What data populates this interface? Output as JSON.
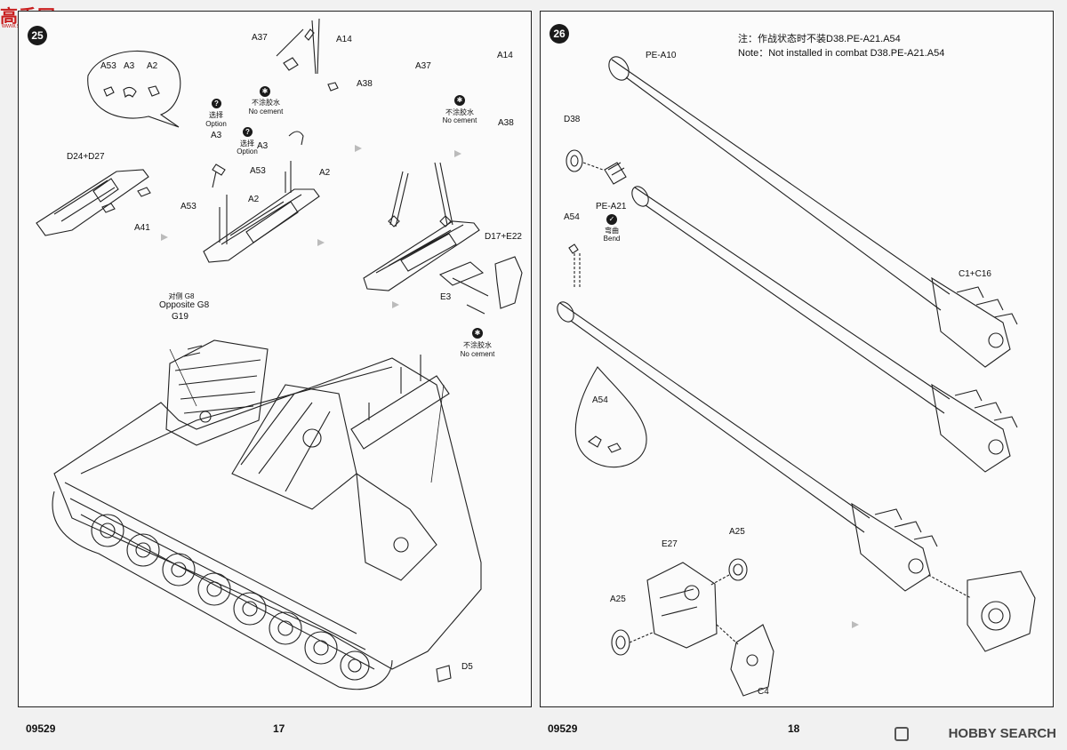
{
  "watermark": {
    "top_logo": "高手网",
    "top_logo_sub": "www.sonic.com",
    "bottom_logo": "HOBBY SEARCH"
  },
  "left_page": {
    "step_number": "25",
    "catalog_code": "09529",
    "page_number": "17",
    "labels": {
      "a53_top": "A53",
      "a3_top": "A3",
      "a2_top": "A2",
      "a37_1": "A37",
      "a14_1": "A14",
      "a38_1": "A38",
      "no_cement_cn_1": "不涂胶水",
      "no_cement_en_1": "No cement",
      "option_cn_1": "选择",
      "option_en_1": "Option",
      "a3_mid": "A3",
      "option_cn_2": "选择",
      "option_en_2": "Option",
      "a3_mid2": "A3",
      "a53_mid": "A53",
      "a2_mid": "A2",
      "d24_d27": "D24+D27",
      "a41": "A41",
      "a53_low": "A53",
      "a2_low": "A2",
      "a37_2": "A37",
      "a14_2": "A14",
      "a38_2": "A38",
      "no_cement_cn_2": "不涂胶水",
      "no_cement_en_2": "No cement",
      "d17_e22": "D17+E22",
      "e3": "E3",
      "no_cement_cn_3": "不涂胶水",
      "no_cement_en_3": "No cement",
      "opposite_cn": "对侧 G8",
      "opposite_en": "Opposite G8",
      "g19": "G19",
      "d5": "D5"
    }
  },
  "right_page": {
    "step_number": "26",
    "catalog_code": "09529",
    "page_number": "18",
    "note_cn": "注：作战状态时不装D38.PE-A21.A54",
    "note_en": "Note：Not installed in combat D38.PE-A21.A54",
    "labels": {
      "pe_a10": "PE-A10",
      "d38": "D38",
      "pe_a21": "PE-A21",
      "bend_cn": "弯曲",
      "bend_en": "Bend",
      "a54": "A54",
      "a54_detail": "A54",
      "c1_c16": "C1+C16",
      "e27": "E27",
      "a25_top": "A25",
      "a25_left": "A25",
      "c4": "C4"
    }
  }
}
